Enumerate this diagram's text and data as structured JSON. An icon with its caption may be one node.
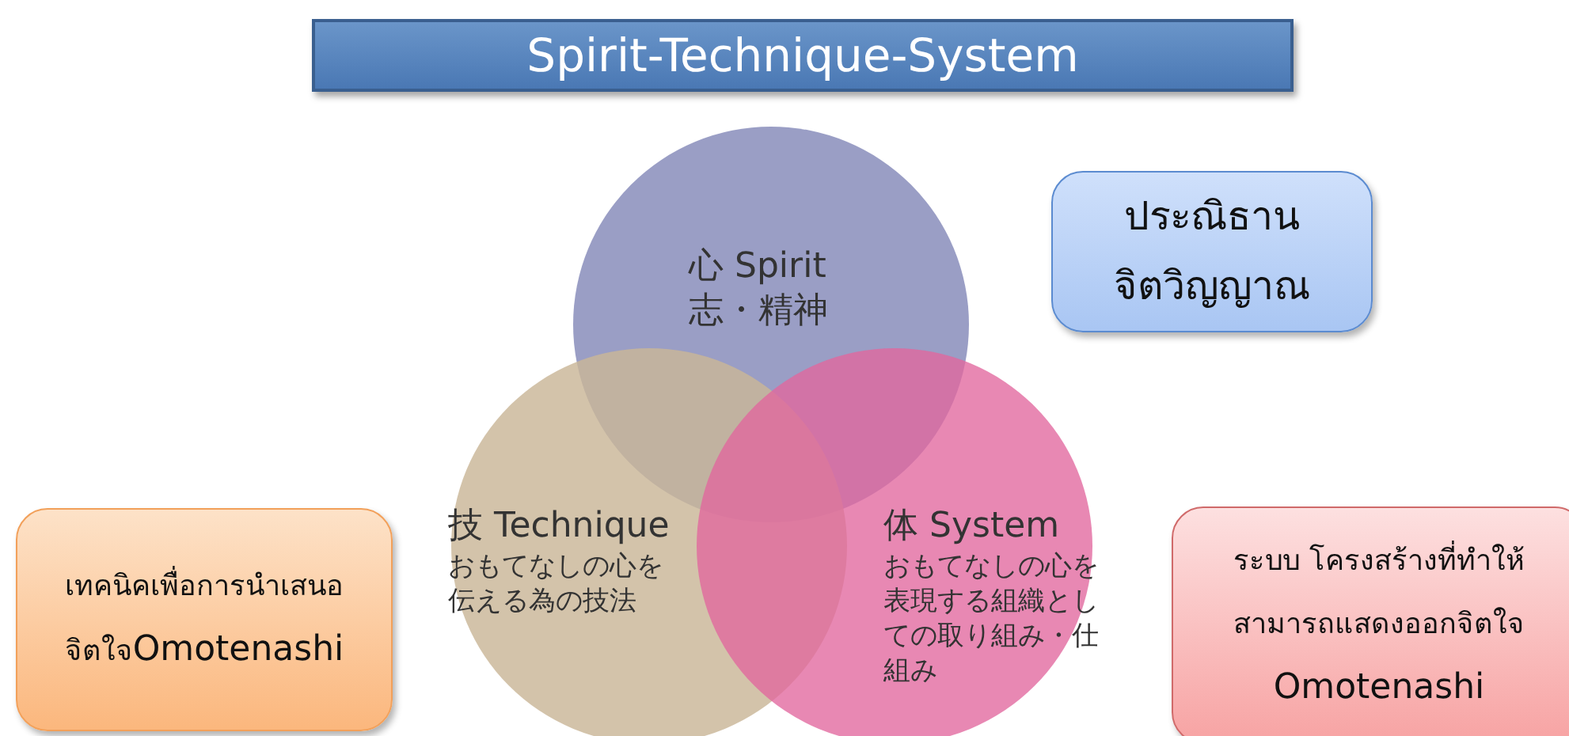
{
  "diagram": {
    "title": "Spirit-Technique-System",
    "nodes": [
      {
        "text": [
          "心 Spirit",
          "志・精神"
        ]
      },
      {
        "text": [
          "技 Technique",
          "おもてなしの心を伝える為の技法"
        ]
      },
      {
        "text": [
          "体 System",
          "おもてなしの心を表現する組織としての取り組み・仕組み"
        ]
      },
      {
        "text": [
          "ประณิธาน จิตวิญญาณ"
        ]
      },
      {
        "text": [
          "เทคนิคเพื่อการนำเสนอ จิตใจOmotenashi"
        ]
      },
      {
        "text": [
          "ระบบ โครงสร้างที่ทำให้ สามารถแสดงออกจิตใจ Omotenashi"
        ]
      }
    ]
  }
}
